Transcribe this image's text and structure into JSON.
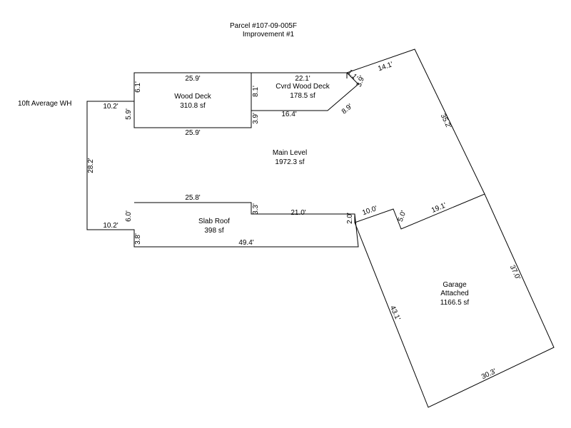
{
  "header": {
    "parcel": "Parcel #107-09-005F",
    "improvement": "Improvement #1"
  },
  "note": "10ft Average WH",
  "areas": {
    "wood_deck": {
      "name": "Wood Deck",
      "area": "310.8 sf"
    },
    "covered_deck": {
      "name": "Cvrd Wood Deck",
      "area": "178.5 sf"
    },
    "main_level": {
      "name": "Main Level",
      "area": "1972.3 sf"
    },
    "slab_roof": {
      "name": "Slab Roof",
      "area": "398 sf"
    },
    "garage": {
      "name1": "Garage",
      "name2": "Attached",
      "area": "1166.5 sf"
    }
  },
  "dims": {
    "deck_top": "25.9'",
    "deck_bottom": "25.9'",
    "deck_left": "6.1'",
    "deck_right": "8.1'",
    "cvrd_top": "22.1'",
    "cvrd_bottom": "16.4'",
    "cvrd_small": "1.1'",
    "cvrd_right": "3.9'",
    "cvrd_diag": "8.9'",
    "deck_right_lower": "3.9'",
    "main_top_step": "10.2'",
    "main_left_upper": "5.9'",
    "main_left": "28.2'",
    "main_bottom_step": "10.2'",
    "main_top_right": "14.1'",
    "main_right": "35.2'",
    "slab_top": "25.8'",
    "slab_left": "6.0'",
    "slab_step": "3.3'",
    "slab_mid": "21.0'",
    "slab_bottom": "49.4'",
    "slab_left_lower": "3.8'",
    "slab_small": "2.0'",
    "garage_top1": "10.0'",
    "garage_top2": "5.0'",
    "garage_top3": "19.1'",
    "garage_right": "37.0'",
    "garage_bottom": "30.3'",
    "garage_left": "43.1'"
  }
}
